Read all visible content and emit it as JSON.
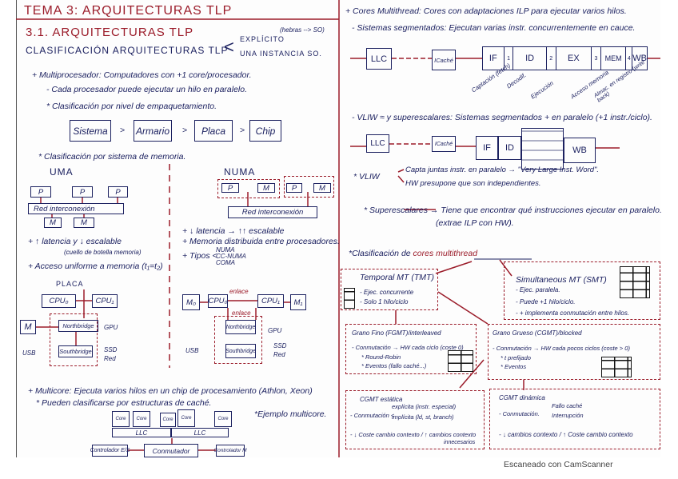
{
  "left": {
    "title": "TEMA 3: ARQUITECTURAS TLP",
    "section": "3.1. ARQUITECTURAS TLP",
    "classification": "CLASIFICACIÓN ARQUITECTURAS TLP",
    "bracket": "<",
    "explicit": "EXPLÍCITO",
    "explicit_note": "(hebras --> SO)",
    "single_instance": "UNA INSTANCIA SO.",
    "multiproc": "+ Multiprocesador: Computadores con +1 core/procesador.",
    "multiproc_1": "- Cada procesador puede ejecutar un hilo en paralelo.",
    "multiproc_2": "* Clasificación por nivel de empaquetamiento.",
    "packaging": [
      "Sistema",
      "Armario",
      "Placa",
      "Chip"
    ],
    "gt": ">",
    "mem_class": "* Clasificación por sistema de memoria.",
    "uma": {
      "title": "UMA",
      "p": "P",
      "m": "M",
      "net": "Red interconexión",
      "lines": [
        "+ ↑ latencia y ↓ escalable",
        "(cuello de botella memoria)",
        "+ Acceso uniforme a memoria (t₁=t₂)"
      ]
    },
    "numa": {
      "title": "NUMA",
      "p": "P",
      "m": "M",
      "net": "Red interconexión",
      "lines": [
        "+ ↓ latencia → ↑↑ escalable",
        "+ Memoria distribuida entre procesadores.",
        "+ Tipos <"
      ],
      "types": [
        "NUMA",
        "CC-NUMA",
        "COMA"
      ]
    },
    "placa": {
      "title": "PLACA",
      "cpu0": "CPU₀",
      "cpu1": "CPU₁",
      "m": "M",
      "north": "Northbridge",
      "south": "Southbridge",
      "gpu": "GPU",
      "usb": "USB",
      "ssd": "SSD",
      "red": "Red"
    },
    "numa_board": {
      "m0": "M₀",
      "m1": "M₁",
      "cpu0": "CPU₀",
      "cpu1": "CPU₁",
      "link1": "enlace",
      "link2": "enlace",
      "north": "Northbridge",
      "south": "Southbridge",
      "gpu": "GPU",
      "usb": "USB",
      "ssd": "SSD",
      "red": "Red"
    },
    "multicore": "+ Multicore: Ejecuta varios hilos en un chip de procesamiento (Athlon, Xeon)",
    "multicore_1": "* Pueden clasificarse por estructuras de caché.",
    "multicore_example": "*Ejemplo multicore.",
    "mc_diagram": {
      "core": "Core",
      "llc": "LLC",
      "ctrl_es": "Controlador E/S",
      "switch": "Conmutador",
      "ctrl_m": "Controlador M"
    }
  },
  "right": {
    "cores_mt": "+ Cores Multithread: Cores con adaptaciones ILP para ejecutar varios hilos.",
    "segmented": "- Sistemas segmentados: Ejecutan varias instr. concurrentemente en cauce.",
    "pipe": {
      "llc": "LLC",
      "icache": "ICaché",
      "stages": [
        "IF",
        "1",
        "ID",
        "2",
        "EX",
        "3",
        "MEM",
        "4",
        "WB"
      ],
      "labels": [
        "Captación (fetch)",
        "Decodif.",
        "Ejecución",
        "Acceso memoria",
        "Almac. en registro (write back)"
      ]
    },
    "vliw": "- VLIW ≈ y superescalares: Sistemas segmentados + en paralelo (+1 instr./ciclo).",
    "pipe2": {
      "llc": "LLC",
      "icache": "ICaché",
      "if": "IF",
      "id": "ID",
      "wb": "WB"
    },
    "vliw_label": "* VLIW",
    "vliw_1": "Capta juntas instr. en paralelo → \"Very Large Inst. Word\".",
    "vliw_2": "HW presupone que son independientes.",
    "superscalar": "* Superescalares → Tiene que encontrar qué instrucciones ejecutar en paralelo.",
    "superscalar_1": "(extrae ILP con HW).",
    "mt_class_prefix": "*Clasificación de",
    "mt_class_u": "cores multithread",
    "tmt": {
      "title": "Temporal MT (TMT)",
      "lines": [
        "- Ejec. concurrente",
        "- Solo 1 hilo/ciclo"
      ]
    },
    "smt": {
      "title": "Simultaneous MT (SMT)",
      "lines": [
        "- Ejec. paralela.",
        "- Puede +1 hilo/ciclo.",
        "- + implementa conmutación entre hilos."
      ]
    },
    "fgmt": {
      "title": "Grano Fino (FGMT)/interleaved",
      "lines": [
        "- Conmutación → HW cada ciclo (coste 0)",
        "* Round-Robin",
        "* Eventos (fallo caché...)"
      ]
    },
    "cgmt": {
      "title": "Grano Grueso (CGMT)/blocked",
      "lines": [
        "- Conmutación → HW cada pocos ciclos (coste > 0)",
        "* t prefijado",
        "* Eventos"
      ]
    },
    "cgmt_static": {
      "title": "CGMT estática",
      "switch": "- Conmutación <",
      "opts": [
        "explícita (instr. especial)",
        "implícita (ld, st, branch)"
      ],
      "line2": "- ↓ Coste cambio contexto / ↑ cambios contexto",
      "line3": "innecesarios"
    },
    "cgmt_dynamic": {
      "title": "CGMT dinámica",
      "switch": "- Conmutación.",
      "opts": [
        "Fallo caché",
        "Interrupción"
      ],
      "line2": "- ↓ cambios contexto / ↑ Coste cambio contexto"
    }
  },
  "footer": "Escaneado con CamScanner",
  "colors": {
    "ink": "#1c2160",
    "red_ink": "#9b1c2a"
  }
}
